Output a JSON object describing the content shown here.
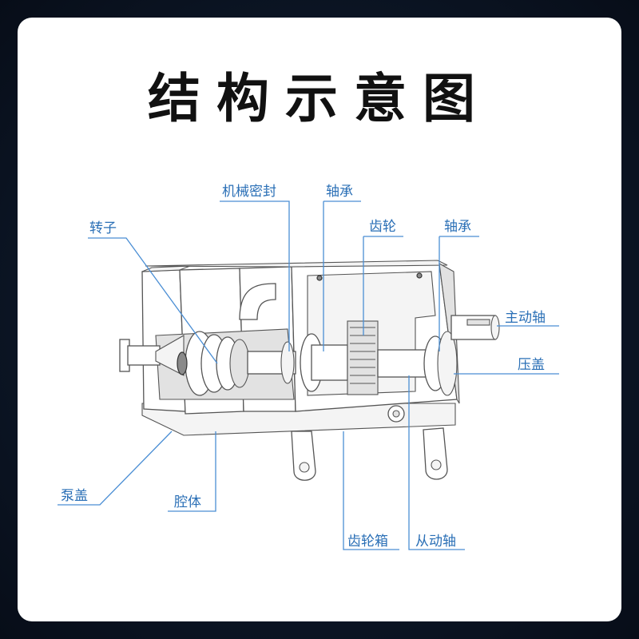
{
  "title": "结构示意图",
  "labels": {
    "mechanical_seal": "机械密封",
    "bearing_top": "轴承",
    "gear": "齿轮",
    "bearing_right": "轴承",
    "rotor": "转子",
    "drive_shaft": "主动轴",
    "gland": "压盖",
    "pump_cover": "泵盖",
    "cavity": "腔体",
    "gearbox": "齿轮箱",
    "driven_shaft": "从动轴"
  },
  "colors": {
    "label": "#2a6fb6",
    "leader": "#4a8ed4",
    "background": "#0c1626",
    "card": "#ffffff"
  }
}
